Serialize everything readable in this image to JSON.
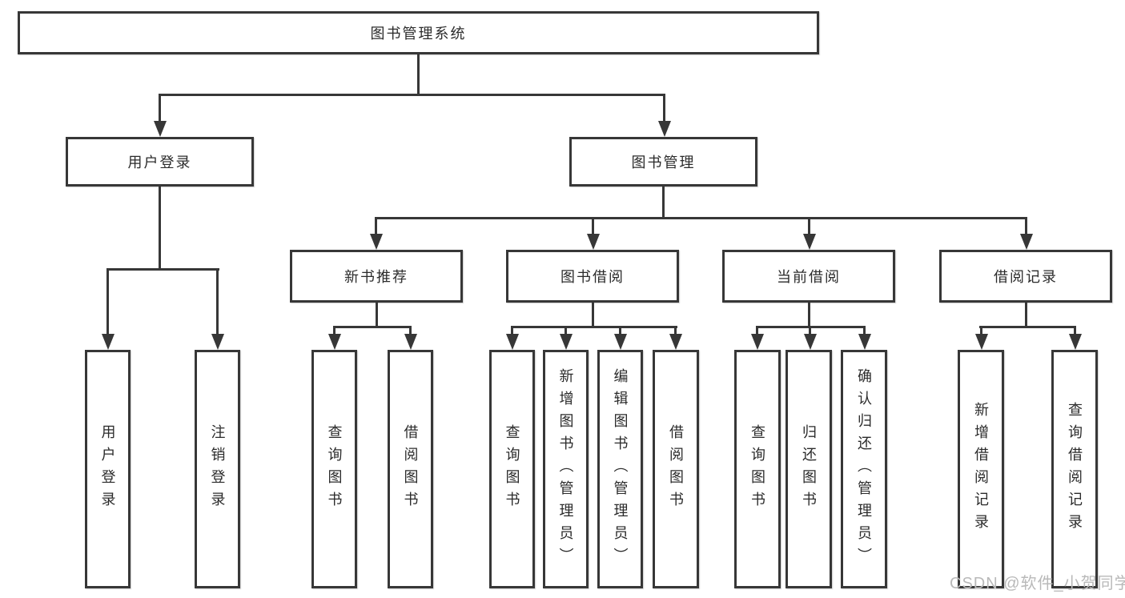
{
  "diagram": {
    "root": {
      "label": "图书管理系统"
    },
    "branches": [
      {
        "label": "用户登录",
        "children": [
          {
            "label": "用户登录"
          },
          {
            "label": "注销登录"
          }
        ]
      },
      {
        "label": "图书管理",
        "children": [
          {
            "label": "新书推荐",
            "children": [
              {
                "label": "查询图书"
              },
              {
                "label": "借阅图书"
              }
            ]
          },
          {
            "label": "图书借阅",
            "children": [
              {
                "label": "查询图书"
              },
              {
                "label": "新增图书（管理员）"
              },
              {
                "label": "编辑图书（管理员）"
              },
              {
                "label": "借阅图书"
              }
            ]
          },
          {
            "label": "当前借阅",
            "children": [
              {
                "label": "查询图书"
              },
              {
                "label": "归还图书"
              },
              {
                "label": "确认归还（管理员）"
              }
            ]
          },
          {
            "label": "借阅记录",
            "children": [
              {
                "label": "新增借阅记录"
              },
              {
                "label": "查询借阅记录"
              }
            ]
          }
        ]
      }
    ]
  },
  "watermark": {
    "text": "CSDN @软件_小贺同学"
  },
  "colors": {
    "line": "#373737",
    "text": "#2b2b2b",
    "background": "#ffffff",
    "watermark": "#b9b9b9"
  }
}
